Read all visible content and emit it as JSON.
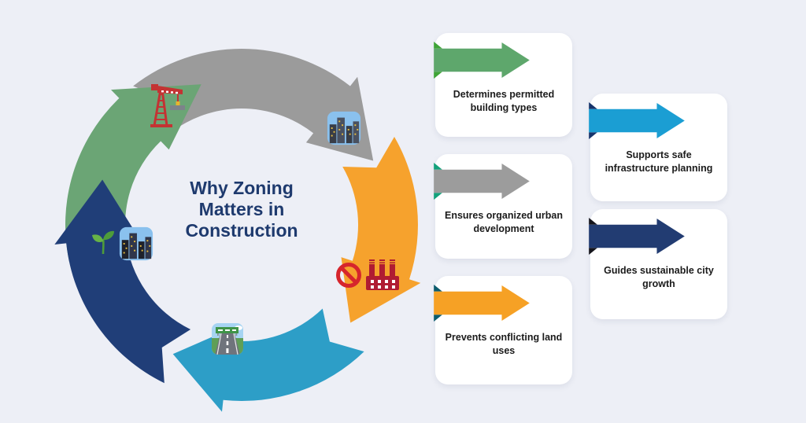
{
  "background_color": "#edeff6",
  "title": {
    "lines": [
      "Why Zoning",
      "Matters in",
      "Construction"
    ],
    "color": "#1e3a6e"
  },
  "cycle": {
    "segments": [
      {
        "name": "prevents-conflicting-land-uses",
        "color": "#f6a22d",
        "icon": "no-entry-factory-icon",
        "a0": 60,
        "a1": 108,
        "tip": 132
      },
      {
        "name": "organized-urban-development",
        "color": "#9b9b9b",
        "icon": "cityscape-icon",
        "a0": 322,
        "a1": 398,
        "tip": 424
      },
      {
        "name": "permitted-building-types",
        "color": "#6ba575",
        "icon": "crane-icon",
        "a0": 258,
        "a1": 316,
        "tip": 344
      },
      {
        "name": "sustainable-city-growth",
        "color": "#203e78",
        "icon": "seedling-city-icon",
        "a0": 206,
        "a1": 264,
        "tip": 288
      },
      {
        "name": "infrastructure-planning",
        "color": "#2d9ec7",
        "icon": "motorway-icon",
        "a0": 136,
        "a1": 186,
        "tip": 208
      }
    ]
  },
  "cards": [
    {
      "label": "Determines permitted building types",
      "arrow_color": "#5ea76c",
      "fold_color": "#3fa437"
    },
    {
      "label": "Ensures organized urban development",
      "arrow_color": "#9c9c9c",
      "fold_color": "#12a17b"
    },
    {
      "label": "Prevents conflicting land uses",
      "arrow_color": "#f6a125",
      "fold_color": "#0d5c6d"
    },
    {
      "label": "Supports safe infrastructure planning",
      "arrow_color": "#1b9ed3",
      "fold_color": "#17346b"
    },
    {
      "label": "Guides sustainable city growth",
      "arrow_color": "#223c72",
      "fold_color": "#15151c"
    }
  ]
}
